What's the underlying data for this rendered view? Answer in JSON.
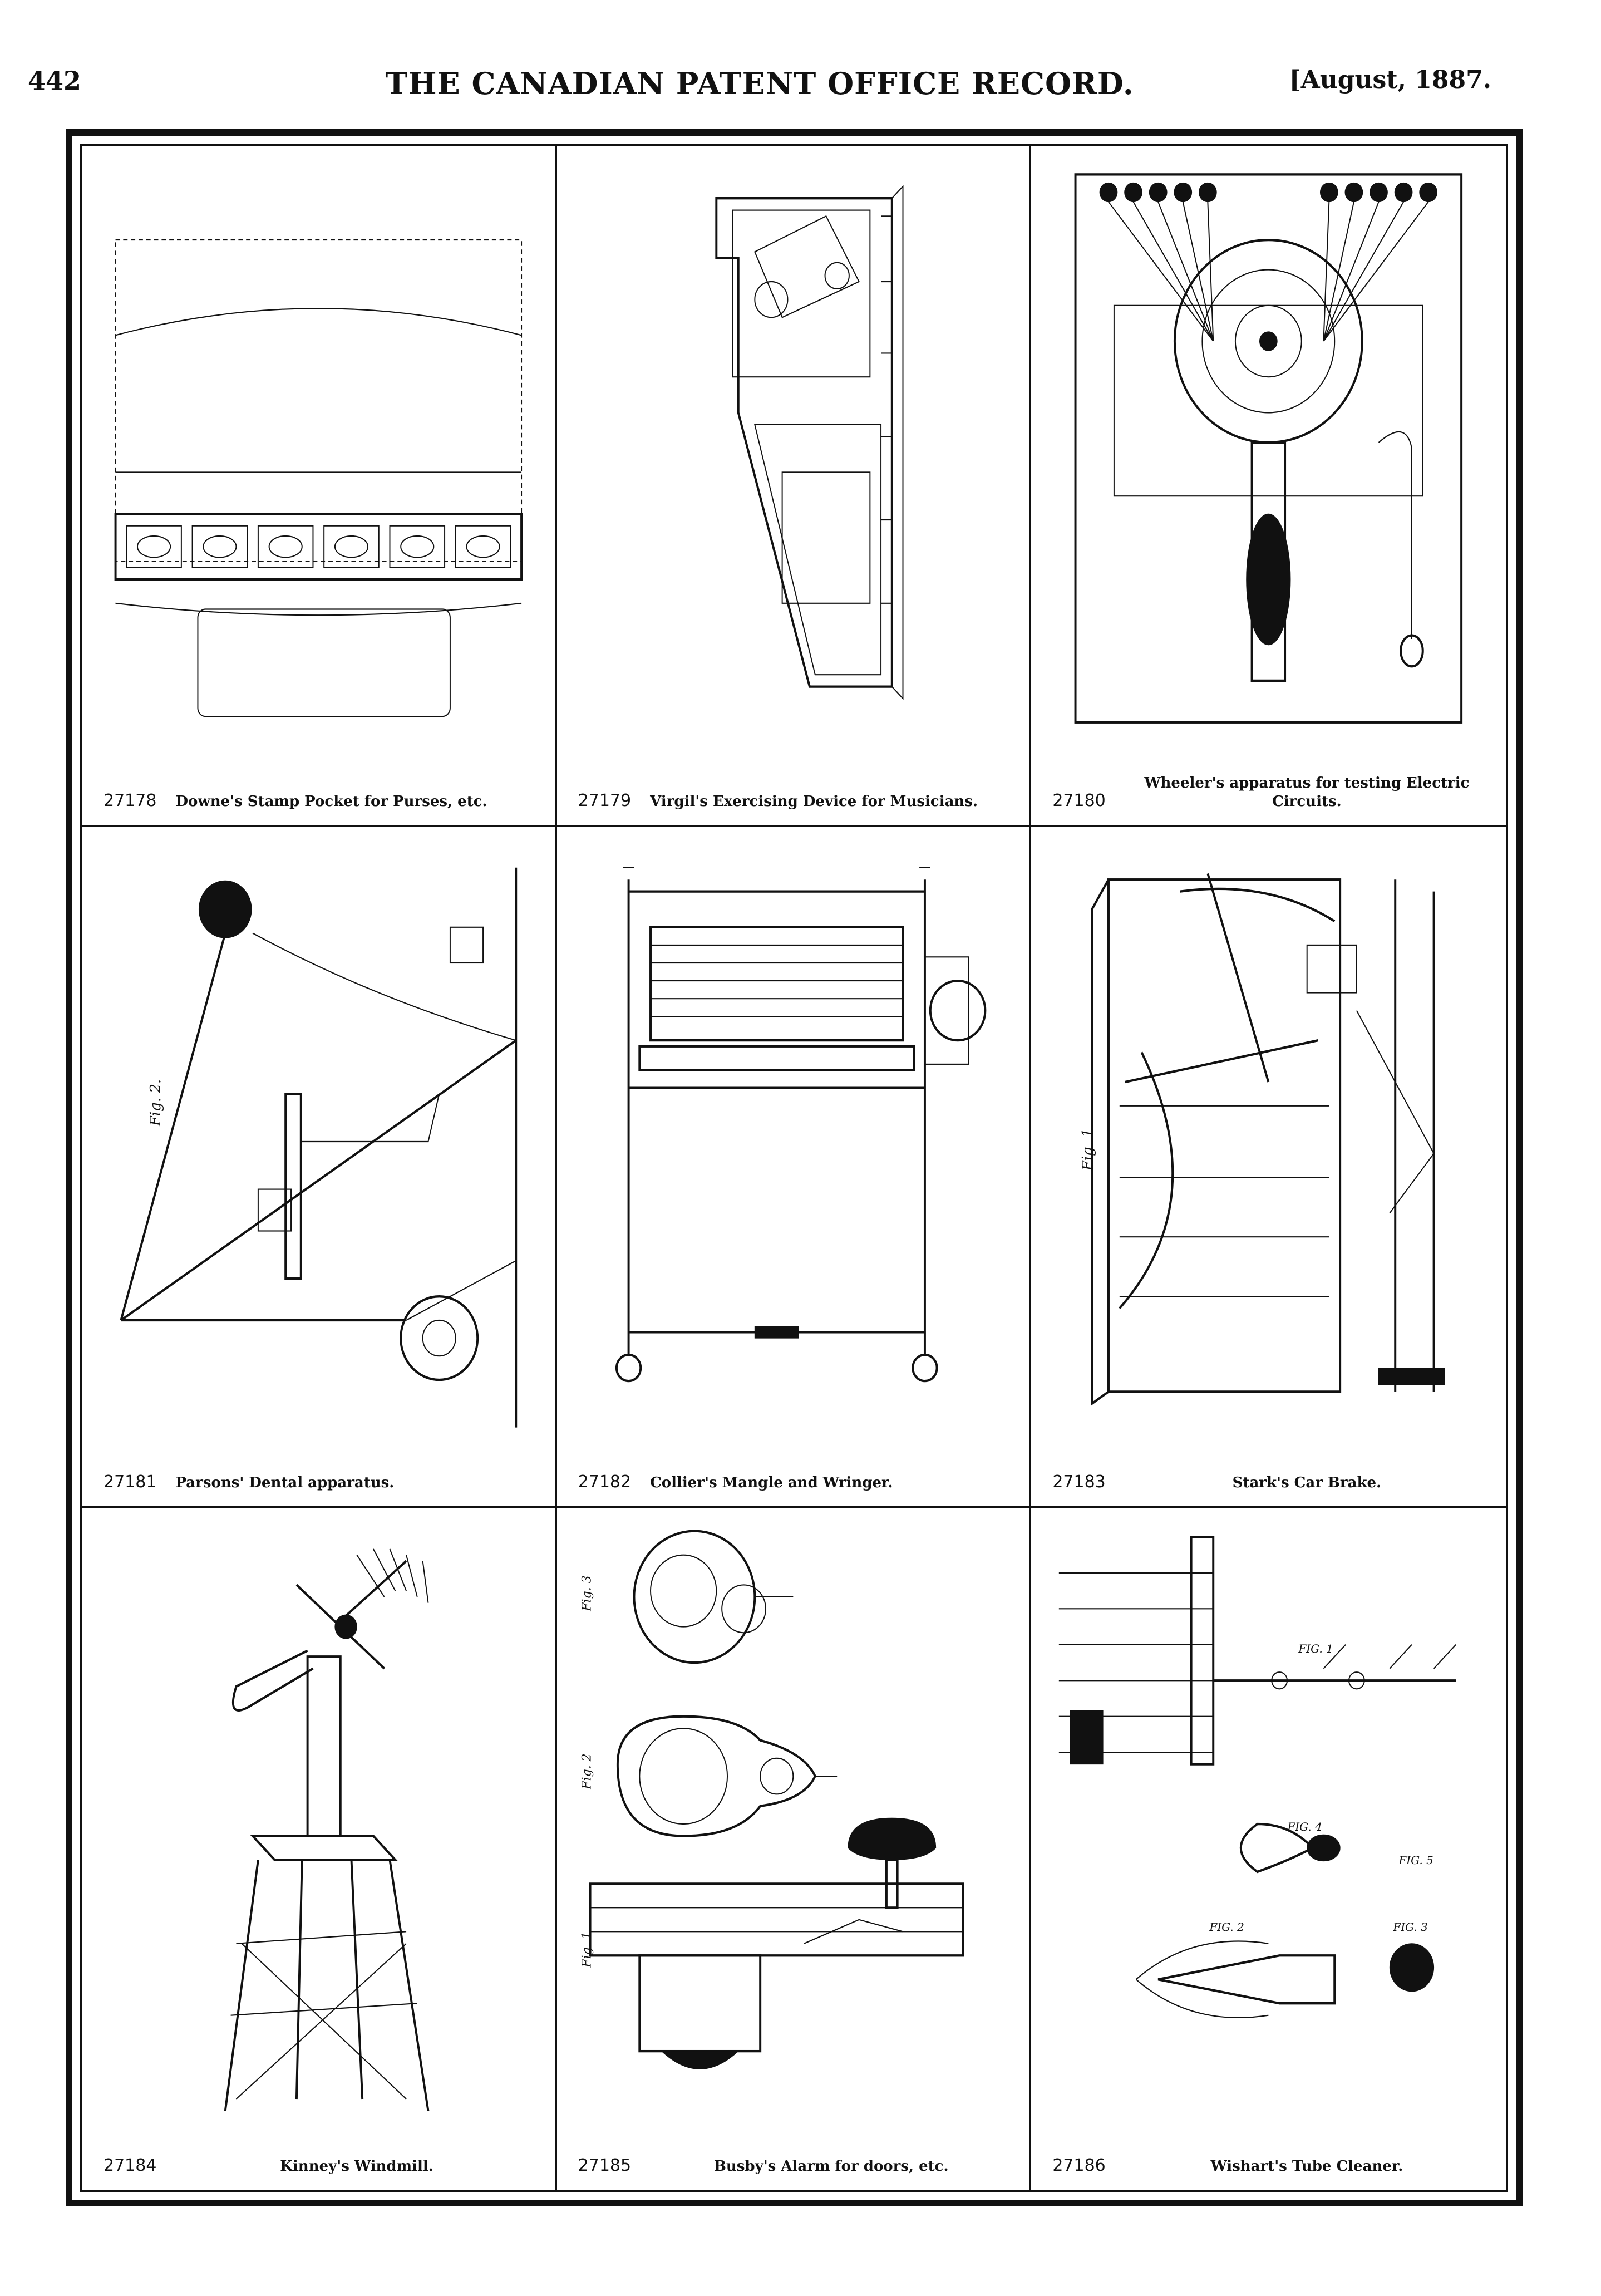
{
  "header": {
    "page_number": "442",
    "journal_title": "THE CANADIAN PATENT OFFICE RECORD.",
    "issue_date": "[August, 1887."
  },
  "patents": [
    {
      "number": "27178",
      "title": "Downe's Stamp Pocket for Purses, etc.",
      "drawing": "stamp-pocket-drawing"
    },
    {
      "number": "27179",
      "title": "Virgil's Exercising Device for Musicians.",
      "drawing": "exercising-device-drawing"
    },
    {
      "number": "27180",
      "title": "Wheeler's apparatus for testing Electric Circuits.",
      "drawing": "circuit-tester-drawing"
    },
    {
      "number": "27181",
      "title": "Parsons' Dental apparatus.",
      "drawing": "dental-apparatus-drawing"
    },
    {
      "number": "27182",
      "title": "Collier's Mangle and Wringer.",
      "drawing": "mangle-wringer-drawing"
    },
    {
      "number": "27183",
      "title": "Stark's Car Brake.",
      "drawing": "car-brake-drawing"
    },
    {
      "number": "27184",
      "title": "Kinney's Windmill.",
      "drawing": "windmill-drawing"
    },
    {
      "number": "27185",
      "title": "Busby's Alarm for doors, etc.",
      "drawing": "door-alarm-drawing"
    },
    {
      "number": "27186",
      "title": "Wishart's Tube Cleaner.",
      "drawing": "tube-cleaner-drawing"
    }
  ],
  "figure_labels": {
    "dental": "Fig. 2.",
    "brake": "Fig. 1.",
    "alarm_1": "Fig. 3",
    "alarm_2": "Fig. 2",
    "alarm_3": "Fig. 1",
    "tube_1": "FIG. 1",
    "tube_2": "FIG. 2",
    "tube_3": "FIG. 3",
    "tube_4": "FIG. 4",
    "tube_5": "FIG. 5"
  }
}
